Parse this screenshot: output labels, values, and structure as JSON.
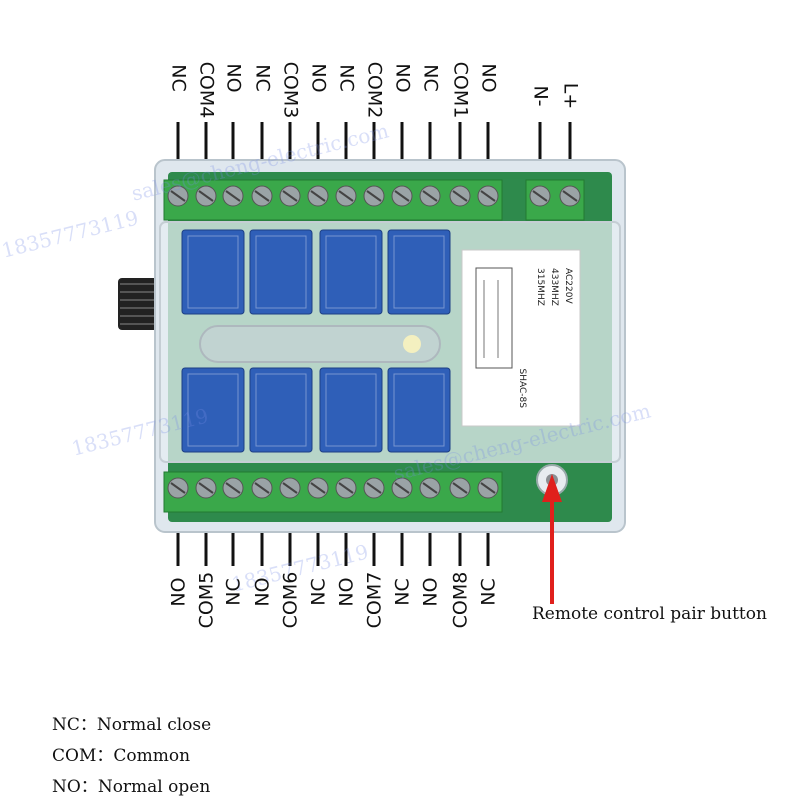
{
  "top_pins": [
    "NC",
    "COM4",
    "NO",
    "NC",
    "COM3",
    "NO",
    "NC",
    "COM2",
    "NO",
    "NC",
    "COM1",
    "NO"
  ],
  "power_pins": [
    "N-",
    "L+"
  ],
  "bottom_pins": [
    "NO",
    "COM5",
    "NC",
    "NO",
    "COM6",
    "NC",
    "NO",
    "COM7",
    "NC",
    "NO",
    "COM8",
    "NC"
  ],
  "annotation": "Remote control pair button",
  "legend": [
    {
      "abbr": "NC：",
      "meaning": "Normal close"
    },
    {
      "abbr": "COM：",
      "meaning": "Common"
    },
    {
      "abbr": "NO：",
      "meaning": "Normal open"
    }
  ],
  "label_model": "SHAC-8S",
  "label_freq_a": "315MHZ",
  "label_freq_b": "433MHZ",
  "label_voltage": "AC220V",
  "watermarks": [
    "18357773119",
    "sales@cheng-electric.com"
  ],
  "colors": {
    "terminal": "#3aa84a",
    "relay": "#2f5fb8",
    "pcb": "#2e8a4c",
    "annot_arrow": "#e0201c",
    "wire": "#111111"
  }
}
